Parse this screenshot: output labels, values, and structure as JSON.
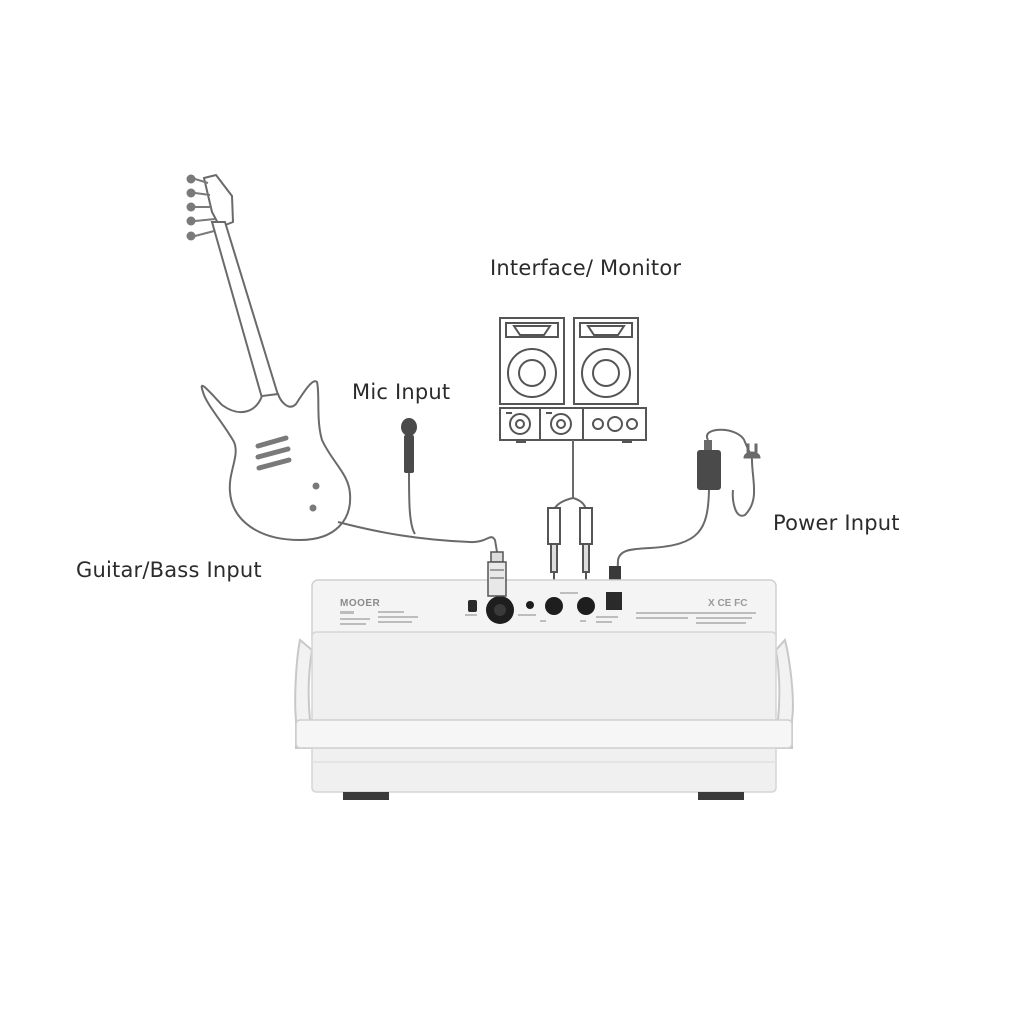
{
  "labels": {
    "interface_monitor": "Interface/ Monitor",
    "mic_input": "Mic Input",
    "power_input": "Power Input",
    "guitar_bass_input": "Guitar/Bass Input"
  },
  "amp": {
    "brand": "MOOER",
    "cert_marks": "X CE FC"
  },
  "colors": {
    "outline": "#6a6a6a",
    "device_body": "#f0f0f0",
    "knob": "#1e1e1e",
    "label_text": "#2b2b2b"
  }
}
